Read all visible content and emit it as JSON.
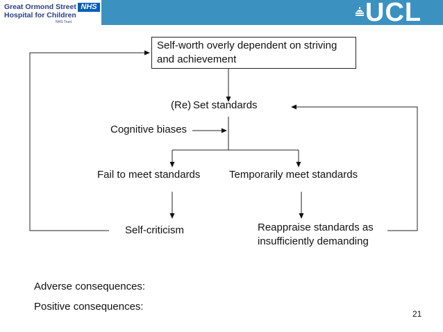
{
  "header": {
    "gosh_line1": "Great Ormond Street",
    "gosh_line2": "Hospital for Children",
    "gosh_trust": "NHS Trust",
    "nhs_badge": "NHS",
    "ucl_logo": "UCL"
  },
  "diagram": {
    "top_box": "Self-worth overly dependent on striving and achievement",
    "re_label": "(Re)",
    "set_standards": "Set standards",
    "cognitive_biases": "Cognitive biases",
    "fail_to_meet": "Fail to meet standards",
    "temporarily_meet": "Temporarily meet standards",
    "self_criticism": "Self-criticism",
    "reappraise_line1": "Reappraise standards as",
    "reappraise_line2": "insufficiently demanding"
  },
  "footer": {
    "adverse": "Adverse consequences:",
    "positive": "Positive consequences:",
    "page_number": "21"
  }
}
